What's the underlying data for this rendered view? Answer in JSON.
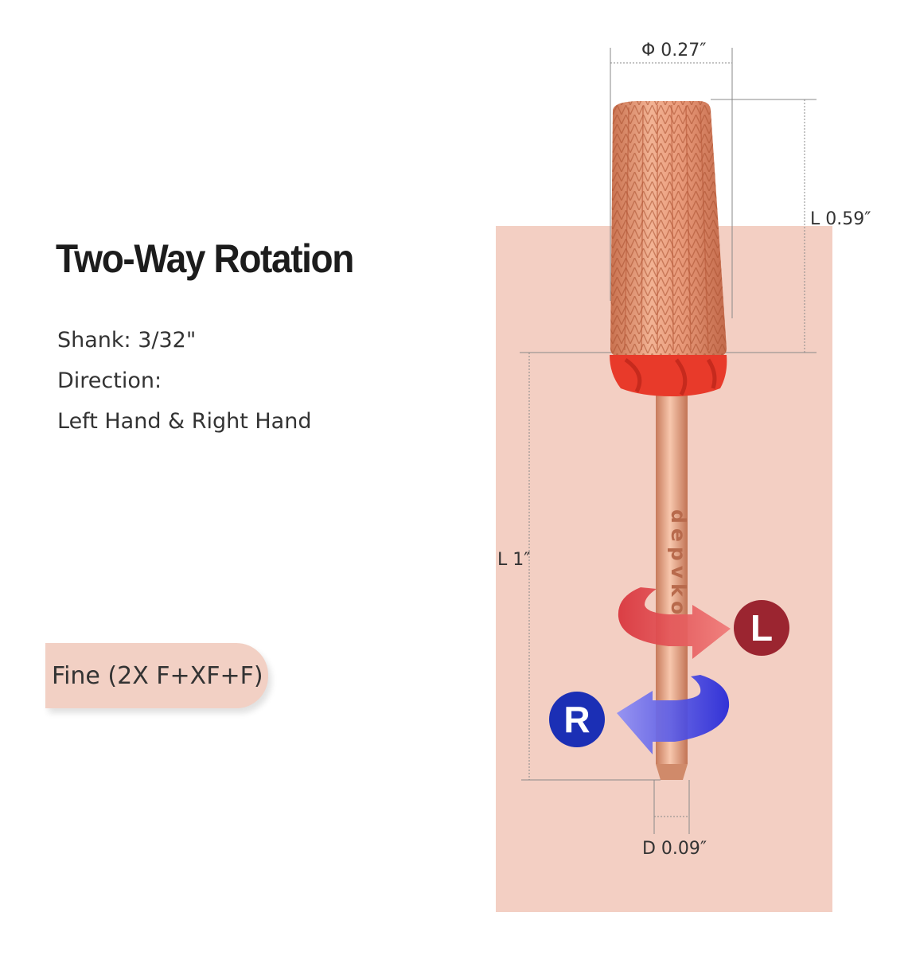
{
  "title": "Two-Way Rotation",
  "specs": {
    "shank": "Shank: 3/32\"",
    "direction_label": "Direction:",
    "direction_value": "Left Hand & Right Hand"
  },
  "grit": "Fine (2X F+XF+F)",
  "dimensions": {
    "head_diameter": "Φ 0.27″",
    "head_length": "L 0.59″",
    "shank_length": "L 1″",
    "shank_diameter": "D 0.09″"
  },
  "brand_engraving": "depvko",
  "rotation": {
    "left_badge": "L",
    "right_badge": "R",
    "left_color": "#e2434a",
    "right_color": "#3a3df0",
    "left_badge_color": "#9b2530",
    "right_badge_color": "#1b2fb5"
  },
  "colors": {
    "panel": "#f3cfc3",
    "bit_rose_gold": "#e79a7c",
    "collar_red": "#e83a2a"
  }
}
